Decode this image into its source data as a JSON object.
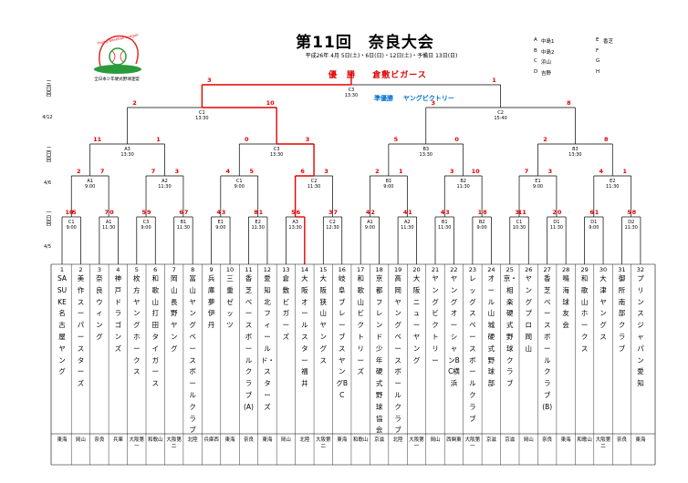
{
  "header": {
    "title": "第11回　奈良大会",
    "dates": "平成26年 4月 5日(土)・6日(日)・12日(土)・予備日 13日(日)",
    "champion_label": "優　勝",
    "champion_team": "倉敷ビガース",
    "runnerup_label": "準優勝",
    "runnerup_team": "ヤングビクトリー",
    "logo_text": "Young Baseball League",
    "logo_caption": "全日本少年硬式野球連盟"
  },
  "venues": [
    {
      "code": "A",
      "name": "中島1"
    },
    {
      "code": "B",
      "name": "中島2"
    },
    {
      "code": "C",
      "name": "浜山"
    },
    {
      "code": "D",
      "name": "吉野"
    },
    {
      "code": "E",
      "name": "香芝"
    },
    {
      "code": "F",
      "name": ""
    },
    {
      "code": "G",
      "name": ""
    },
    {
      "code": "H",
      "name": ""
    }
  ],
  "days": [
    {
      "label": "三日目",
      "date": "4/12"
    },
    {
      "label": "二日目",
      "date": "4/6"
    },
    {
      "label": "一日目",
      "date": "4/5"
    }
  ],
  "final": {
    "id": "C3",
    "time": "13:30",
    "scores": [
      "3",
      "1"
    ]
  },
  "semis": [
    {
      "id": "C1",
      "time": "13:30",
      "scores": [
        "2",
        "10"
      ]
    },
    {
      "id": "C2",
      "time": "15:40",
      "scores": [
        "3",
        "8"
      ]
    }
  ],
  "qf": [
    {
      "id": "A3",
      "time": "13:30",
      "scores": [
        "11",
        "1"
      ]
    },
    {
      "id": "C3",
      "time": "13:30",
      "scores": [
        "0",
        "3"
      ]
    },
    {
      "id": "B3",
      "time": "13:30",
      "scores": [
        "5",
        "0"
      ]
    },
    {
      "id": "B3",
      "time": "13:30",
      "scores": [
        "2",
        "8"
      ]
    }
  ],
  "r16": [
    {
      "id": "A1",
      "time": "9:00",
      "scores": [
        "2",
        "7"
      ]
    },
    {
      "id": "A2",
      "time": "11:30",
      "scores": [
        "7",
        "3"
      ]
    },
    {
      "id": "C1",
      "time": "9:00",
      "scores": [
        "4",
        "5"
      ]
    },
    {
      "id": "C2",
      "time": "11:30",
      "scores": [
        "6",
        "3"
      ]
    },
    {
      "id": "B1",
      "time": "9:00",
      "scores": [
        "2",
        "1"
      ]
    },
    {
      "id": "B2",
      "time": "11:30",
      "scores": [
        "3",
        "10"
      ]
    },
    {
      "id": "E1",
      "time": "9:00",
      "scores": [
        "7",
        "3"
      ]
    },
    {
      "id": "E2",
      "time": "11:30",
      "scores": [
        "4",
        "1"
      ]
    }
  ],
  "r32": [
    {
      "id": "C1",
      "time": "9:00",
      "scores": [
        "10",
        "5"
      ]
    },
    {
      "id": "A1",
      "time": "11:30",
      "scores": [
        "7",
        "0"
      ]
    },
    {
      "id": "C3",
      "time": "9:00",
      "scores": [
        "5",
        "9"
      ]
    },
    {
      "id": "B1",
      "time": "11:30",
      "scores": [
        "6",
        "7"
      ]
    },
    {
      "id": "E1",
      "time": "9:00",
      "scores": [
        "4",
        "3"
      ]
    },
    {
      "id": "E2",
      "time": "11:30",
      "scores": [
        "8",
        "1"
      ]
    },
    {
      "id": "A3",
      "time": "13:30",
      "scores": [
        "5",
        "6"
      ]
    },
    {
      "id": "C2",
      "time": "12:30",
      "scores": [
        "3",
        "7"
      ]
    },
    {
      "id": "A1",
      "time": "9:00",
      "scores": [
        "4",
        "2"
      ]
    },
    {
      "id": "A2",
      "time": "11:30",
      "scores": [
        "4",
        "1"
      ]
    },
    {
      "id": "B1",
      "time": "11:30",
      "scores": [
        "4",
        "3"
      ]
    },
    {
      "id": "B2",
      "time": "9:00",
      "scores": [
        "1",
        "8"
      ]
    },
    {
      "id": "C1",
      "time": "10:30",
      "scores": [
        "3",
        "11"
      ]
    },
    {
      "id": "D1",
      "time": "11:30",
      "scores": [
        "2",
        "0"
      ]
    },
    {
      "id": "D1",
      "time": "9:00",
      "scores": [
        "6",
        "1"
      ]
    },
    {
      "id": "D2",
      "time": "11:30",
      "scores": [
        "5",
        "8"
      ]
    }
  ],
  "teams": [
    {
      "num": "1",
      "name": "SASUKE名古屋ヤング",
      "pref": "東海"
    },
    {
      "num": "2",
      "name": "美作スーパースターズ",
      "pref": "岡山"
    },
    {
      "num": "3",
      "name": "奈良ウィング",
      "pref": "奈良"
    },
    {
      "num": "4",
      "name": "神戸ドラゴンズ",
      "pref": "兵庫"
    },
    {
      "num": "5",
      "name": "枚方ヤングホークス",
      "pref": "大阪第一"
    },
    {
      "num": "6",
      "name": "和歌山打田タイガース",
      "pref": "和歌山"
    },
    {
      "num": "7",
      "name": "岡山長野ヤング",
      "pref": "大阪第二"
    },
    {
      "num": "8",
      "name": "富山ヤングベースボールクラブ",
      "pref": "北陸"
    },
    {
      "num": "9",
      "name": "兵庫夢伊丹",
      "pref": "兵庫西"
    },
    {
      "num": "10",
      "name": "三重ゼッツ",
      "pref": "東海"
    },
    {
      "num": "11",
      "name": "香芝ベースボールクラブ(A)",
      "pref": "奈良"
    },
    {
      "num": "12",
      "name": "愛知北フィールド・スターズ",
      "pref": "東海"
    },
    {
      "num": "13",
      "name": "倉敷ビガーズ",
      "pref": "岡山"
    },
    {
      "num": "14",
      "name": "大阪オールスター福井",
      "pref": "北陸"
    },
    {
      "num": "15",
      "name": "大阪狭山ヤングス",
      "pref": "大阪第二"
    },
    {
      "num": "16",
      "name": "岐阜ブレーブスヤングBC",
      "pref": "東海"
    },
    {
      "num": "17",
      "name": "和歌山ビクトリーズ",
      "pref": "和歌山"
    },
    {
      "num": "18",
      "name": "京都フレンド少年硬式野球協会",
      "pref": "京滋"
    },
    {
      "num": "19",
      "name": "高岡ヤングベースボールクラブ",
      "pref": "北陸"
    },
    {
      "num": "20",
      "name": "大阪ニューヤング",
      "pref": "大阪第一"
    },
    {
      "num": "21",
      "name": "ヤングビクトリー",
      "pref": "岡山"
    },
    {
      "num": "22",
      "name": "ヤングオーシャンBC横浜",
      "pref": "西関東"
    },
    {
      "num": "23",
      "name": "レッグスベースボールクラブ",
      "pref": "大阪第一"
    },
    {
      "num": "24",
      "name": "オール山城硬式野球部",
      "pref": "京滋"
    },
    {
      "num": "25",
      "name": "京・相楽硬式野球クラブ",
      "pref": "京滋"
    },
    {
      "num": "26",
      "name": "ヤングプロ岡山",
      "pref": "岡山"
    },
    {
      "num": "27",
      "name": "香芝ベースボールクラブ(B)",
      "pref": "奈良"
    },
    {
      "num": "28",
      "name": "鳴海球友会",
      "pref": "東海"
    },
    {
      "num": "29",
      "name": "和歌山ホークス",
      "pref": "和歌山"
    },
    {
      "num": "30",
      "name": "大津ヤングス",
      "pref": "大阪第二"
    },
    {
      "num": "31",
      "name": "御所南部クラブ",
      "pref": "奈良"
    },
    {
      "num": "32",
      "name": "プリンスジャパン愛知",
      "pref": "東海"
    }
  ]
}
